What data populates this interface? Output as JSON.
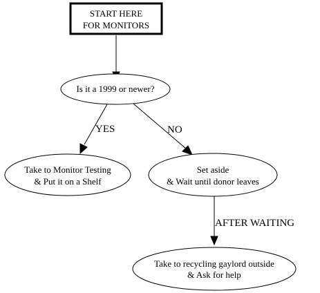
{
  "nodes": {
    "start": {
      "lines": [
        "START HERE",
        "FOR MONITORS"
      ]
    },
    "question": {
      "lines": [
        "Is it a 1999 or newer?"
      ]
    },
    "testing": {
      "lines": [
        "Take to Monitor Testing",
        "& Put it on a Shelf"
      ]
    },
    "set_aside": {
      "lines": [
        "Set aside",
        "& Wait until donor leaves"
      ]
    },
    "recycling": {
      "lines": [
        "Take to recycling gaylord outside",
        "& Ask for help"
      ]
    }
  },
  "edges": {
    "yes_label": "YES",
    "no_label": "NO",
    "after_waiting_label": "AFTER WAITING"
  },
  "colors": {
    "stroke": "#000000",
    "fill": "#ffffff"
  }
}
